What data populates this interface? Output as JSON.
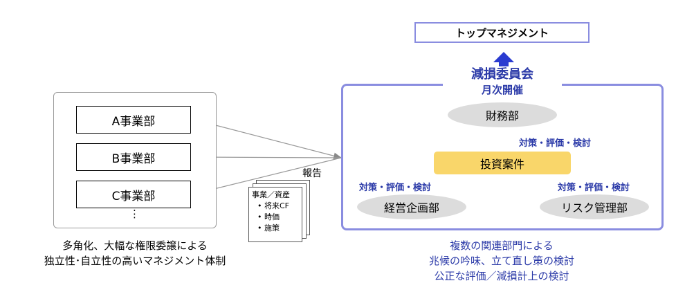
{
  "top_management": "トップマネジメント",
  "committee": {
    "name": "減損委員会",
    "frequency": "月次開催"
  },
  "finance_dept": "財務部",
  "investment": "投資案件",
  "management_planning": "経営企画部",
  "risk_management": "リスク管理部",
  "action_label": "対策・評価・検討",
  "divisions": [
    "A事業部",
    "B事業部",
    "C事業部"
  ],
  "divisions_more": "⋮",
  "left_caption": [
    "多角化、大幅な権限委譲による",
    "独立性･自立性の高いマネジメント体制"
  ],
  "report_label": "報告",
  "report_doc": {
    "title": "事業／資産",
    "items": [
      "将来CF",
      "時価",
      "施策"
    ]
  },
  "right_caption": [
    "複数の関連部門による",
    "兆候の吟味、立て直し策の検討",
    "公正な評価／減損計上の検討"
  ],
  "colors": {
    "accent_blue": "#2b3aa8",
    "panel_border": "#8a8de0",
    "investment_fill": "#f9d66a",
    "ellipse_fill": "#dcdcdc"
  }
}
